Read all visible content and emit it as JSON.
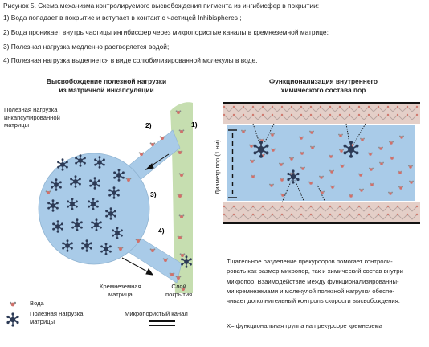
{
  "caption": {
    "title": "Рисунок 5. Схема механизма контролируемого высвобождения пигмента из ингибисфер в покрытии:",
    "steps": [
      "1) Вода попадает в покрытие и вступает в контакт с частицей Inhibispheres ;",
      "2) Вода проникает внутрь частицы ингибисфер через микропористые каналы в кремнеземной матрице;",
      "3) Полезная нагрузка медленно растворяется водой;",
      "4) Полезная нагрузка выделяется в виде солюбилизированной молекулы в воде."
    ]
  },
  "left_panel": {
    "heading_line1": "Высвобождение полезной нагрузки",
    "heading_line2": "из матричной инкапсуляции",
    "payload_label": [
      "Полезная нагрузка",
      "инкапсулированной",
      "матрицы"
    ],
    "silica_label": [
      "Кремнеземная",
      "матрица"
    ],
    "coating_label": [
      "Слой",
      "покрытия"
    ],
    "markers": [
      "1)",
      "2)",
      "3)",
      "4)"
    ],
    "colors": {
      "particle": "#a9cbe8",
      "coating": "#c6deb0",
      "water": "#d0706a",
      "payload": "#2c3a55"
    }
  },
  "right_panel": {
    "heading_line1": "Функционализация внутреннего",
    "heading_line2": "химического состава пор",
    "axis_label": "Диаметр пор (1 нм)",
    "colors": {
      "pore": "#a9cbe8",
      "wall": "#e4cfc8",
      "wall_line": "#111111"
    }
  },
  "legend": {
    "water": "Вода",
    "payload": [
      "Полезная нагрузка",
      "матрицы"
    ],
    "channel": "Микропористый канал"
  },
  "description": [
    "Тщательное разделение прекурсоров помогает контроли-",
    "ровать как размер микропор, так и химический состав внутри",
    "микропор. Взаимодействие между функционализированны-",
    "ми кремнеземами и молекулой полезной нагрузки обеспе-",
    "чивает дополнительный контроль скорости высвобождения."
  ],
  "footnote": "X= функциональная группа на прекурсоре кремнезема"
}
